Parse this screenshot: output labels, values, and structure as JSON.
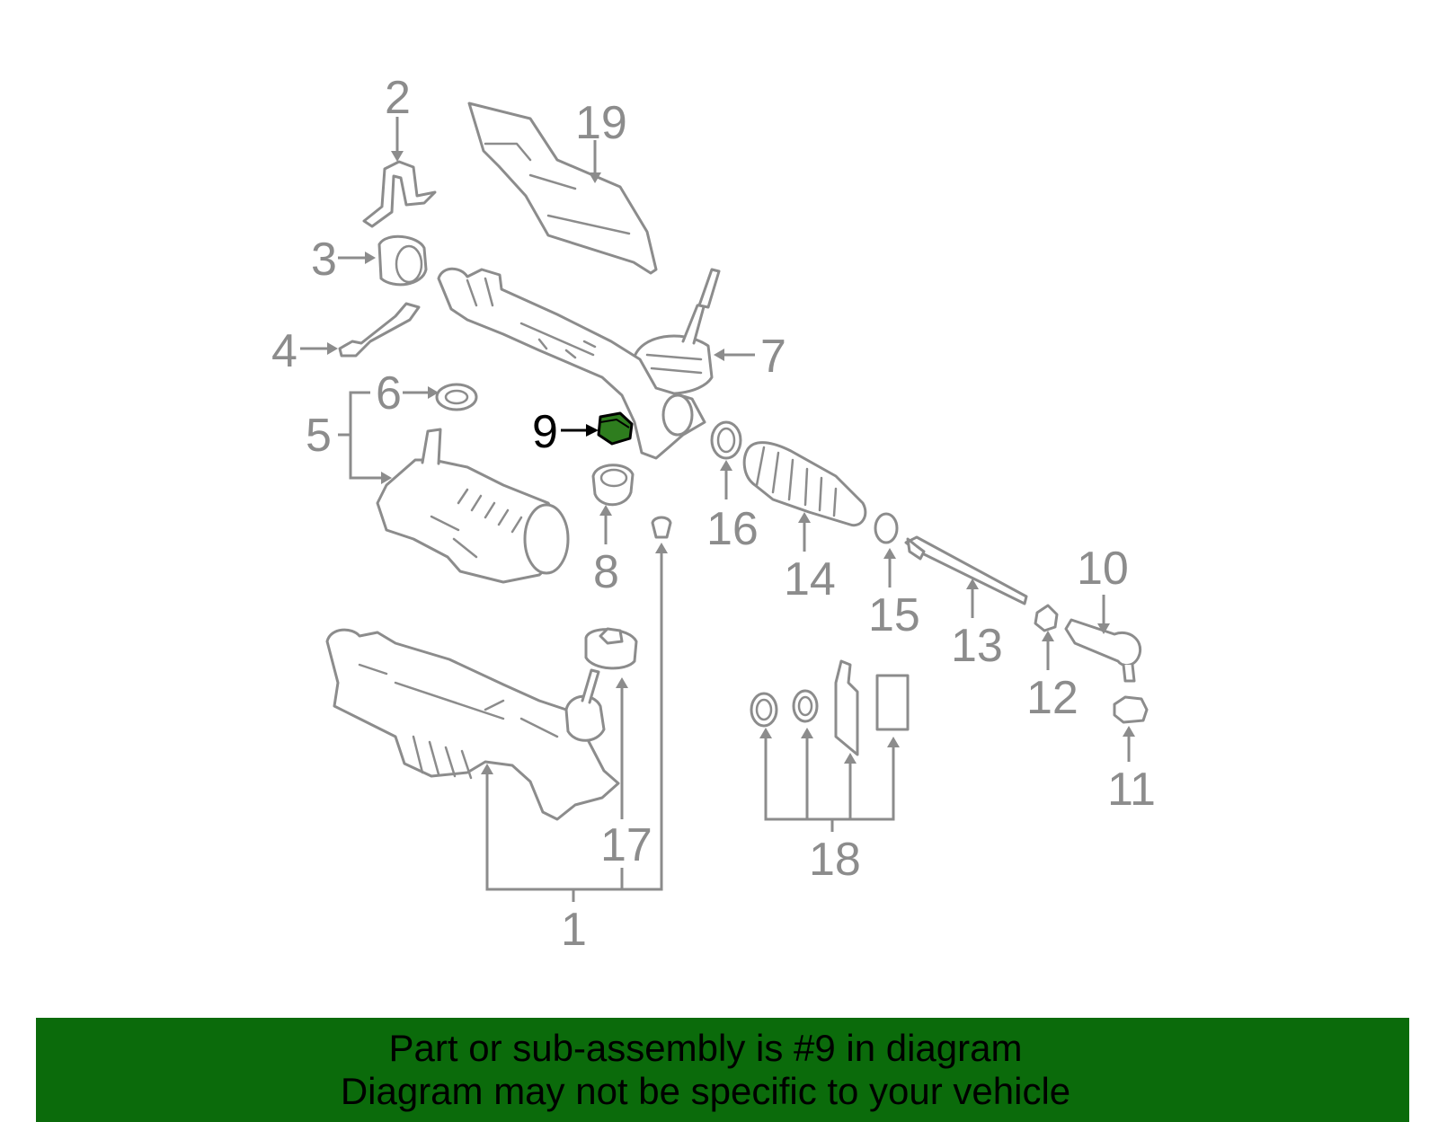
{
  "callouts": {
    "c1": "1",
    "c2": "2",
    "c3": "3",
    "c4": "4",
    "c5": "5",
    "c6": "6",
    "c7": "7",
    "c8": "8",
    "c9": "9",
    "c10": "10",
    "c11": "11",
    "c12": "12",
    "c13": "13",
    "c14": "14",
    "c15": "15",
    "c16": "16",
    "c17": "17",
    "c18": "18",
    "c19": "19"
  },
  "colors": {
    "highlight_part": "#2e7d1e",
    "banner_background": "#0b6b0b",
    "line_art": "#8c8c8c"
  },
  "banner": {
    "line1": "Part or sub-assembly is #9 in diagram",
    "line2": "Diagram may not be specific to your vehicle"
  }
}
